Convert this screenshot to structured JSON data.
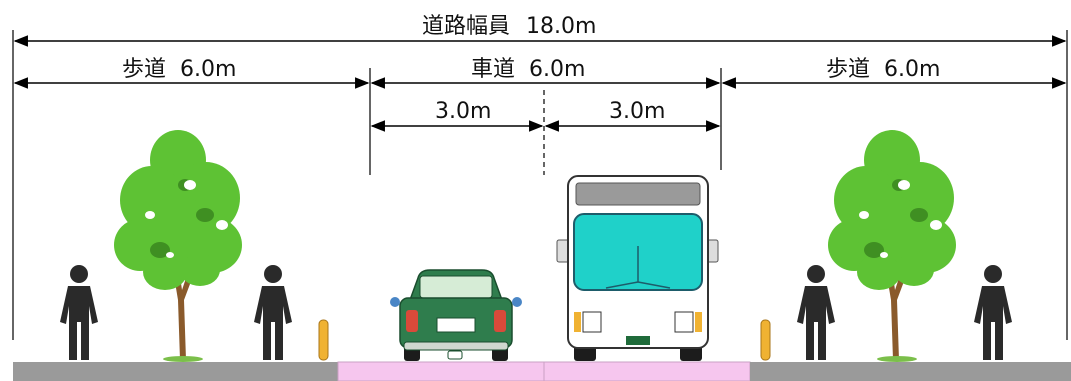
{
  "dimensions": {
    "total": {
      "label": "道路幅員",
      "value": "18.0m"
    },
    "left_sidewalk": {
      "label": "歩道",
      "value": "6.0m"
    },
    "carriageway": {
      "label": "車道",
      "value": "6.0m"
    },
    "right_sidewalk": {
      "label": "歩道",
      "value": "6.0m"
    },
    "lane_left": {
      "value": "3.0m"
    },
    "lane_right": {
      "value": "3.0m"
    }
  },
  "colors": {
    "sidewalk_surface": "#9a9a9a",
    "carriageway_surface": "#f6c6ee",
    "tree_foliage": "#5ec234",
    "tree_trunk": "#8a5a2b",
    "pedestrian": "#2a2a2a",
    "car_body": "#2f7d4d",
    "bus_windshield": "#1fd1c9",
    "bollard": "#f0b232"
  },
  "icons": [
    "tree-icon",
    "pedestrian-icon",
    "car-icon",
    "bus-icon",
    "bollard-icon"
  ]
}
